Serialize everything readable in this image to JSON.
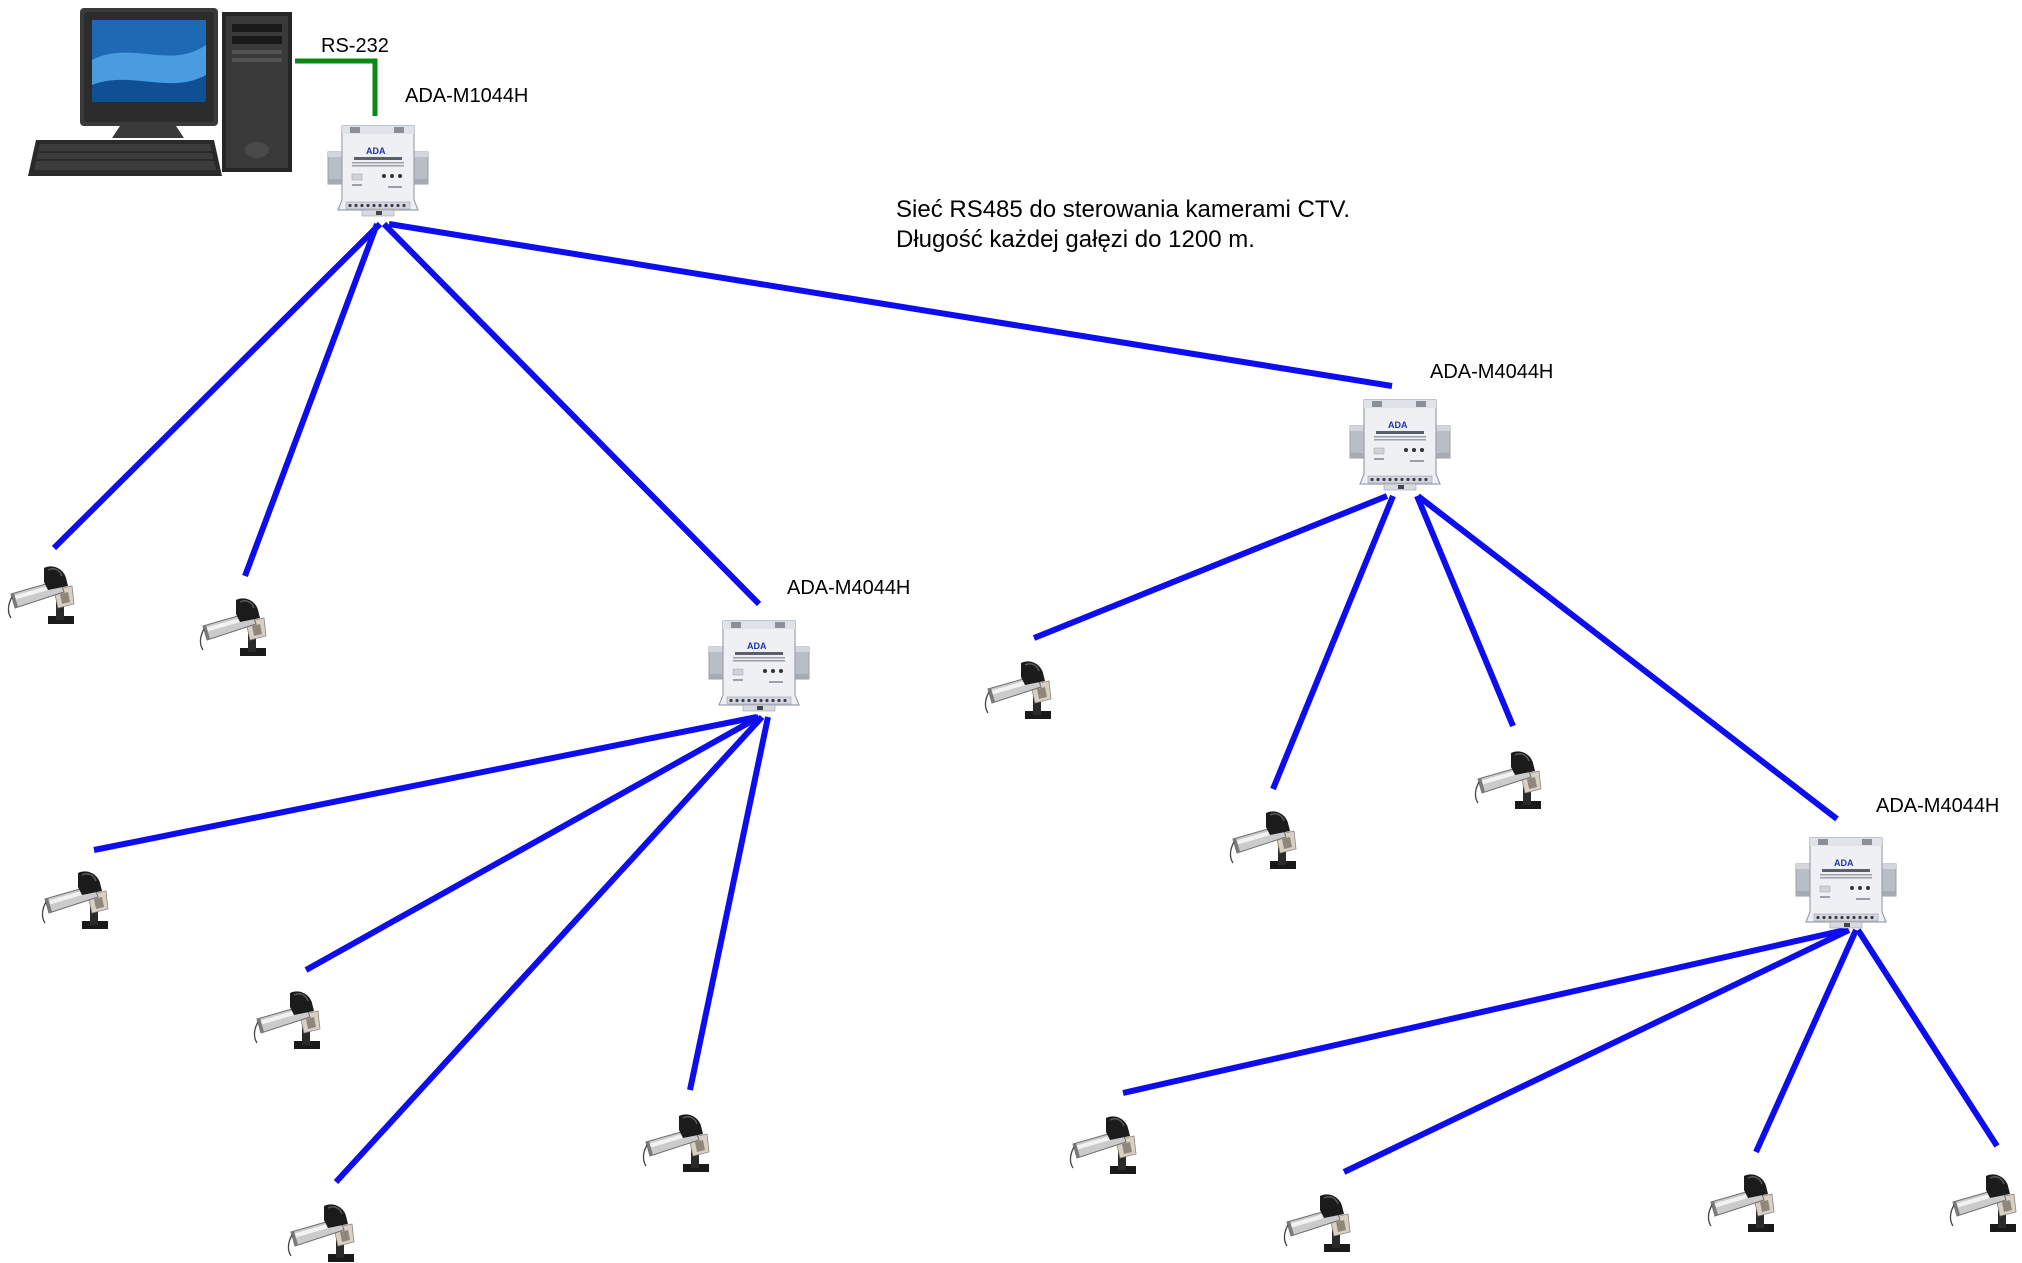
{
  "labels": {
    "link_pc": "RS-232",
    "root_converter": "ADA-M1044H",
    "hub_left": "ADA-M4044H",
    "hub_right": "ADA-M4044H",
    "hub_right_lower": "ADA-M4044H"
  },
  "description": {
    "line1": "Sieć RS485 do sterowania kamerami CTV.",
    "line2": "Długość każdej gałęzi do 1200 m."
  },
  "device_logo": "ADA",
  "icons": {
    "computer": "desktop-computer-icon",
    "converter": "din-rail-converter-icon",
    "camera": "cctv-camera-icon"
  },
  "colors": {
    "rs485_line": "#0d0df0",
    "rs232_line": "#0b8a12",
    "device_body": "#eef0f4",
    "rail": "#b9bec6"
  }
}
